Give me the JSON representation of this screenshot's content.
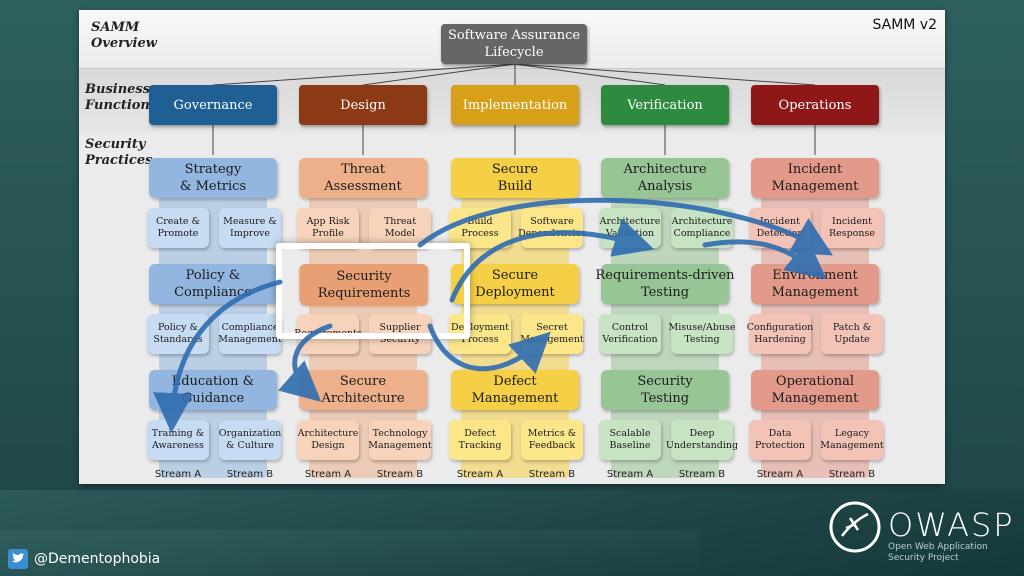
{
  "overview_label": "SAMM\nOverview",
  "version": "SAMM v2",
  "lifecycle": "Software Assurance Lifecycle",
  "business_function_label": "Business\nFunction",
  "security_practices_label": "Security\nPractices",
  "business_functions": [
    {
      "name": "Governance",
      "color": "#1f5f93"
    },
    {
      "name": "Design",
      "color": "#8c3a15"
    },
    {
      "name": "Implementation",
      "color": "#d8a018"
    },
    {
      "name": "Verification",
      "color": "#2d8a3e"
    },
    {
      "name": "Operations",
      "color": "#8e1818"
    }
  ],
  "columns": [
    {
      "practices": [
        {
          "name": "Strategy\n& Metrics",
          "streams": [
            "Create &\nPromote",
            "Measure &\nImprove"
          ]
        },
        {
          "name": "Policy &\nCompliance",
          "streams": [
            "Policy &\nStandards",
            "Compliance\nManagement"
          ]
        },
        {
          "name": "Education &\nGuidance",
          "streams": [
            "Training &\nAwareness",
            "Organization\n& Culture"
          ]
        }
      ]
    },
    {
      "practices": [
        {
          "name": "Threat\nAssessment",
          "streams": [
            "App Risk\nProfile",
            "Threat\nModel"
          ]
        },
        {
          "name": "Security\nRequirements",
          "streams": [
            "Requirements",
            "Supplier\nSecurity"
          ]
        },
        {
          "name": "Secure\nArchitecture",
          "streams": [
            "Architecture\nDesign",
            "Technology\nManagement"
          ]
        }
      ]
    },
    {
      "practices": [
        {
          "name": "Secure\nBuild",
          "streams": [
            "Build\nProcess",
            "Software\nDependencies"
          ]
        },
        {
          "name": "Secure\nDeployment",
          "streams": [
            "Deployment\nProcess",
            "Secret\nManagement"
          ]
        },
        {
          "name": "Defect\nManagement",
          "streams": [
            "Defect\nTracking",
            "Metrics &\nFeedback"
          ]
        }
      ]
    },
    {
      "practices": [
        {
          "name": "Architecture\nAnalysis",
          "streams": [
            "Architecture\nValidation",
            "Architecture\nCompliance"
          ]
        },
        {
          "name": "Requirements-driven\nTesting",
          "streams": [
            "Control\nVerification",
            "Misuse/Abuse\nTesting"
          ]
        },
        {
          "name": "Security\nTesting",
          "streams": [
            "Scalable\nBaseline",
            "Deep\nUnderstanding"
          ]
        }
      ]
    },
    {
      "practices": [
        {
          "name": "Incident\nManagement",
          "streams": [
            "Incident\nDetection",
            "Incident\nResponse"
          ]
        },
        {
          "name": "Environment\nManagement",
          "streams": [
            "Configuration\nHardening",
            "Patch &\nUpdate"
          ]
        },
        {
          "name": "Operational\nManagement",
          "streams": [
            "Data\nProtection",
            "Legacy\nManagement"
          ]
        }
      ]
    }
  ],
  "stream_labels": [
    "Stream A",
    "Stream B"
  ],
  "palette": {
    "practice": [
      "#92b6df",
      "#edb08a",
      "#f5cf45",
      "#98c596",
      "#e49a8a"
    ],
    "stream": [
      "#c7dcf2",
      "#f7d3bb",
      "#fbe68a",
      "#c8e3c4",
      "#f3c3b8"
    ]
  },
  "owasp": {
    "name": "OWASP",
    "subtitle": "Open Web Application\nSecurity Project"
  },
  "twitter_handle": "@Dementophobia"
}
